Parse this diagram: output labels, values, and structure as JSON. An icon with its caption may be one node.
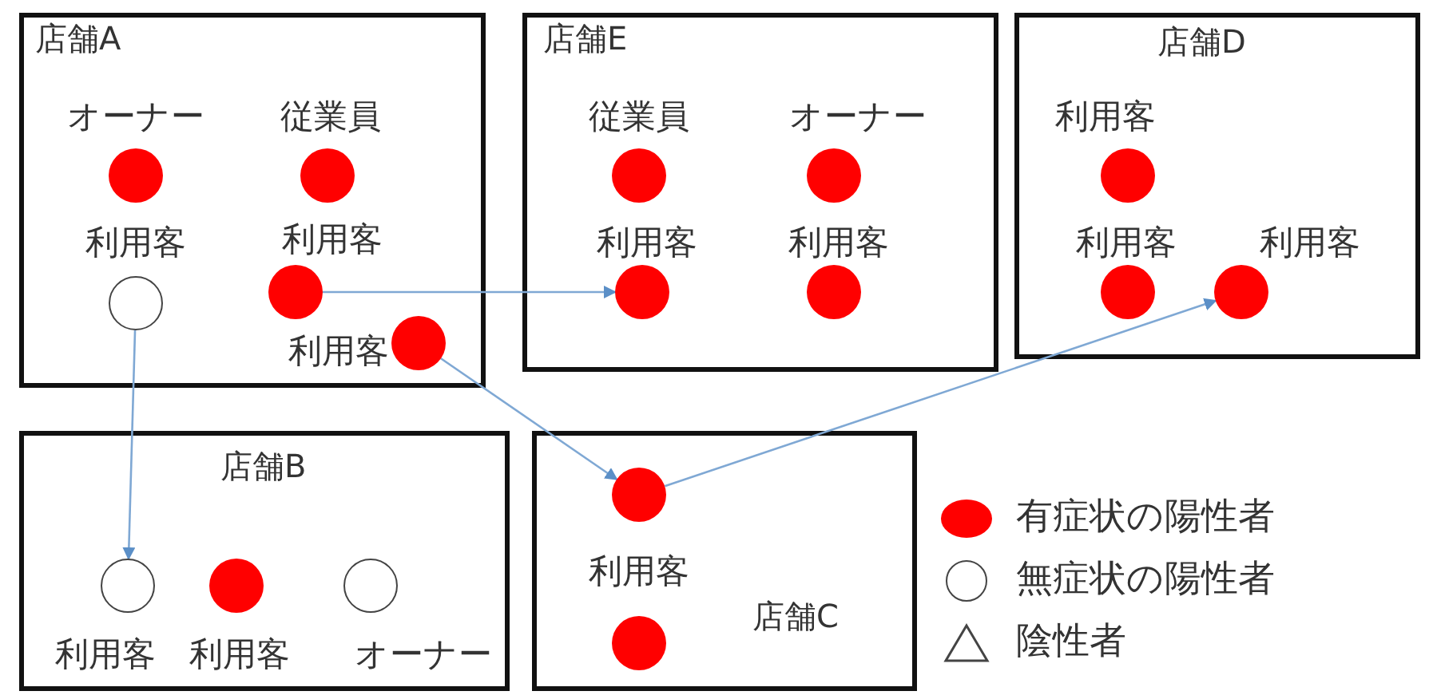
{
  "diagram": {
    "nodes": [
      {
        "text": [
          "店舗A"
        ]
      },
      {
        "text": [],
        "shape": "circle",
        "beside": [
          "オーナー"
        ],
        "in": 0
      },
      {
        "text": [],
        "shape": "circle",
        "beside": [
          "従業員"
        ],
        "in": 0
      },
      {
        "text": [],
        "shape": "circle",
        "beside": [
          "利用客"
        ],
        "in": 0
      },
      {
        "text": [],
        "shape": "circle",
        "beside": [
          "利用客"
        ],
        "in": 0
      },
      {
        "text": [],
        "shape": "circle",
        "beside": [
          "利用客"
        ],
        "in": 0
      },
      {
        "text": [
          "店舗E"
        ]
      },
      {
        "text": [],
        "shape": "circle",
        "beside": [
          "従業員"
        ],
        "in": 6
      },
      {
        "text": [],
        "shape": "circle",
        "beside": [
          "オーナー"
        ],
        "in": 6
      },
      {
        "text": [],
        "shape": "circle",
        "beside": [
          "利用客"
        ],
        "in": 6
      },
      {
        "text": [],
        "shape": "circle",
        "beside": [
          "利用客"
        ],
        "in": 6
      },
      {
        "text": [
          "店舗D"
        ]
      },
      {
        "text": [],
        "shape": "circle",
        "beside": [
          "利用客"
        ],
        "in": 11
      },
      {
        "text": [],
        "shape": "circle",
        "beside": [
          "利用客"
        ],
        "in": 11
      },
      {
        "text": [],
        "shape": "circle",
        "beside": [
          "利用客"
        ],
        "in": 11
      },
      {
        "text": [
          "店舗B"
        ]
      },
      {
        "text": [],
        "shape": "circle",
        "beside": [
          "利用客"
        ],
        "in": 15
      },
      {
        "text": [],
        "shape": "circle",
        "beside": [
          "利用客"
        ],
        "in": 15
      },
      {
        "text": [],
        "shape": "circle",
        "beside": [
          "オーナー"
        ],
        "in": 15
      },
      {
        "text": [
          "店舗C"
        ]
      },
      {
        "text": [],
        "shape": "circle",
        "in": 19
      },
      {
        "text": [],
        "shape": "circle",
        "beside": [
          "利用客"
        ],
        "in": 19
      }
    ],
    "edges": [
      {
        "from": 4,
        "to": 9,
        "arrow": "to"
      },
      {
        "from": 3,
        "to": 16,
        "arrow": "to"
      },
      {
        "from": 5,
        "to": 20,
        "arrow": "to"
      },
      {
        "from": 20,
        "to": 14,
        "arrow": "to"
      }
    ],
    "legend": [
      {
        "text": "有症状の陽性者",
        "color": "#ff0000"
      },
      {
        "text": "無症状の陽性者"
      },
      {
        "text": "陰性者"
      }
    ]
  }
}
